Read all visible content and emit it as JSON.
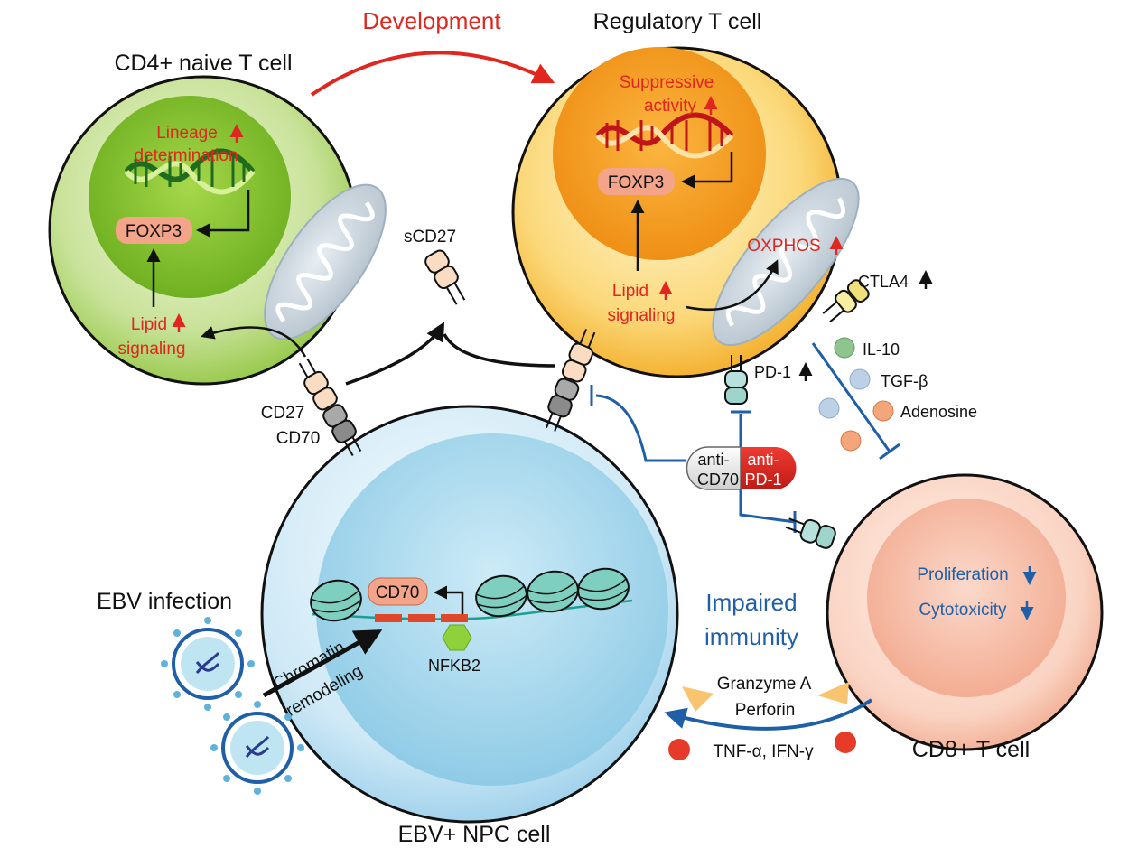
{
  "cells": {
    "cd4": {
      "title": "CD4+ naive T cell",
      "foxp3": "FOXP3",
      "lineage": "Lineage",
      "determination": "determination",
      "lipid": "Lipid",
      "signaling": "signaling"
    },
    "treg": {
      "title": "Regulatory T cell",
      "foxp3": "FOXP3",
      "suppressive": "Suppressive",
      "activity": "activity",
      "lipid": "Lipid",
      "signaling": "signaling",
      "oxphos": "OXPHOS",
      "ctla4": "CTLA4",
      "pd1": "PD-1"
    },
    "npc": {
      "title": "EBV+ NPC cell",
      "cd70": "CD70",
      "nfkb2": "NFKB2",
      "chromatin": "Chromatin",
      "remodeling": "remodeling"
    },
    "cd8": {
      "title": "CD8+ T cell",
      "proliferation": "Proliferation",
      "cytotoxicity": "Cytotoxicity"
    }
  },
  "labels": {
    "development": "Development",
    "ebv_infection": "EBV infection",
    "scd27": "sCD27",
    "cd27": "CD27",
    "cd70": "CD70",
    "impaired": "Impaired",
    "immunity": "immunity",
    "granzyme": "Granzyme A",
    "perforin": "Perforin",
    "tnf": "TNF-α, IFN-γ",
    "il10": "IL-10",
    "tgfb": "TGF-β",
    "adenosine": "Adenosine",
    "anti": "anti-",
    "anti_cd70": "CD70",
    "anti_pd1_a": "anti-",
    "anti_pd1_b": "PD-1"
  },
  "colors": {
    "red": "#e0261e",
    "blue": "#1f5fa8",
    "black": "#111111"
  },
  "icons": {
    "up": "up-arrow-icon",
    "down": "down-arrow-icon"
  }
}
